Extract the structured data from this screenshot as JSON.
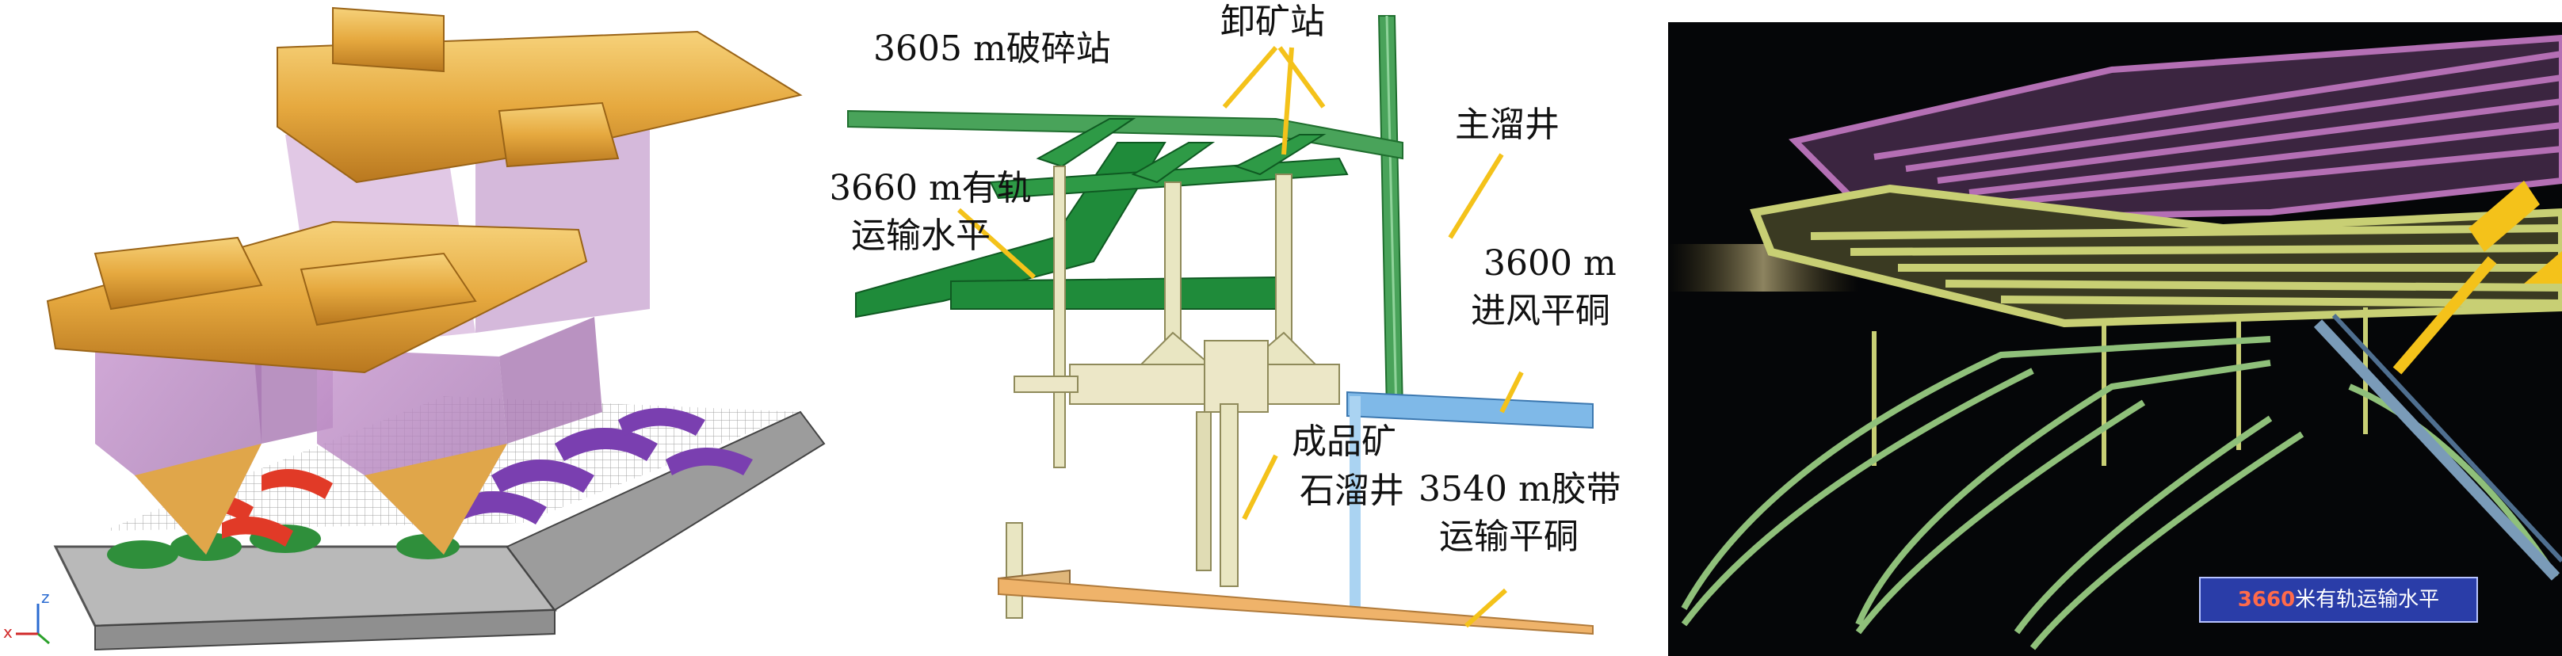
{
  "figure": {
    "left_panel": {
      "axis_letters": {
        "z": "z",
        "x": "x"
      }
    },
    "middle_panel": {
      "labels": {
        "crusher_station": "3605  m破碎站",
        "unloading_station": "卸矿站",
        "main_orepass": "主溜井",
        "rail_haulage_l1": "3660  m有轨",
        "rail_haulage_l2": "运输水平",
        "intake_adit_l1": "3600  m",
        "intake_adit_l2": "进风平硐",
        "product_orepass_l1": "成品矿",
        "product_orepass_l2": "石溜井",
        "belt_adit_l1": "3540  m胶带",
        "belt_adit_l2": "运输平硐"
      }
    },
    "right_panel": {
      "legend_number": "3660",
      "legend_text": "米有轨运输水平"
    }
  },
  "colors": {
    "ore_gold": "#e6a93f",
    "stope_purple": "#b97bb6",
    "rail_green": "#1f8b3a",
    "shaft_cream": "#e9e6c2",
    "intake_blue": "#7fb9e8",
    "belt_orange": "#efb36a",
    "leader_yellow": "#f4c21a",
    "render_purple": "#b46fb4",
    "render_yellowgreen": "#c8cf74",
    "render_green": "#8fc07a",
    "render_steelblue": "#7a9bb8"
  }
}
